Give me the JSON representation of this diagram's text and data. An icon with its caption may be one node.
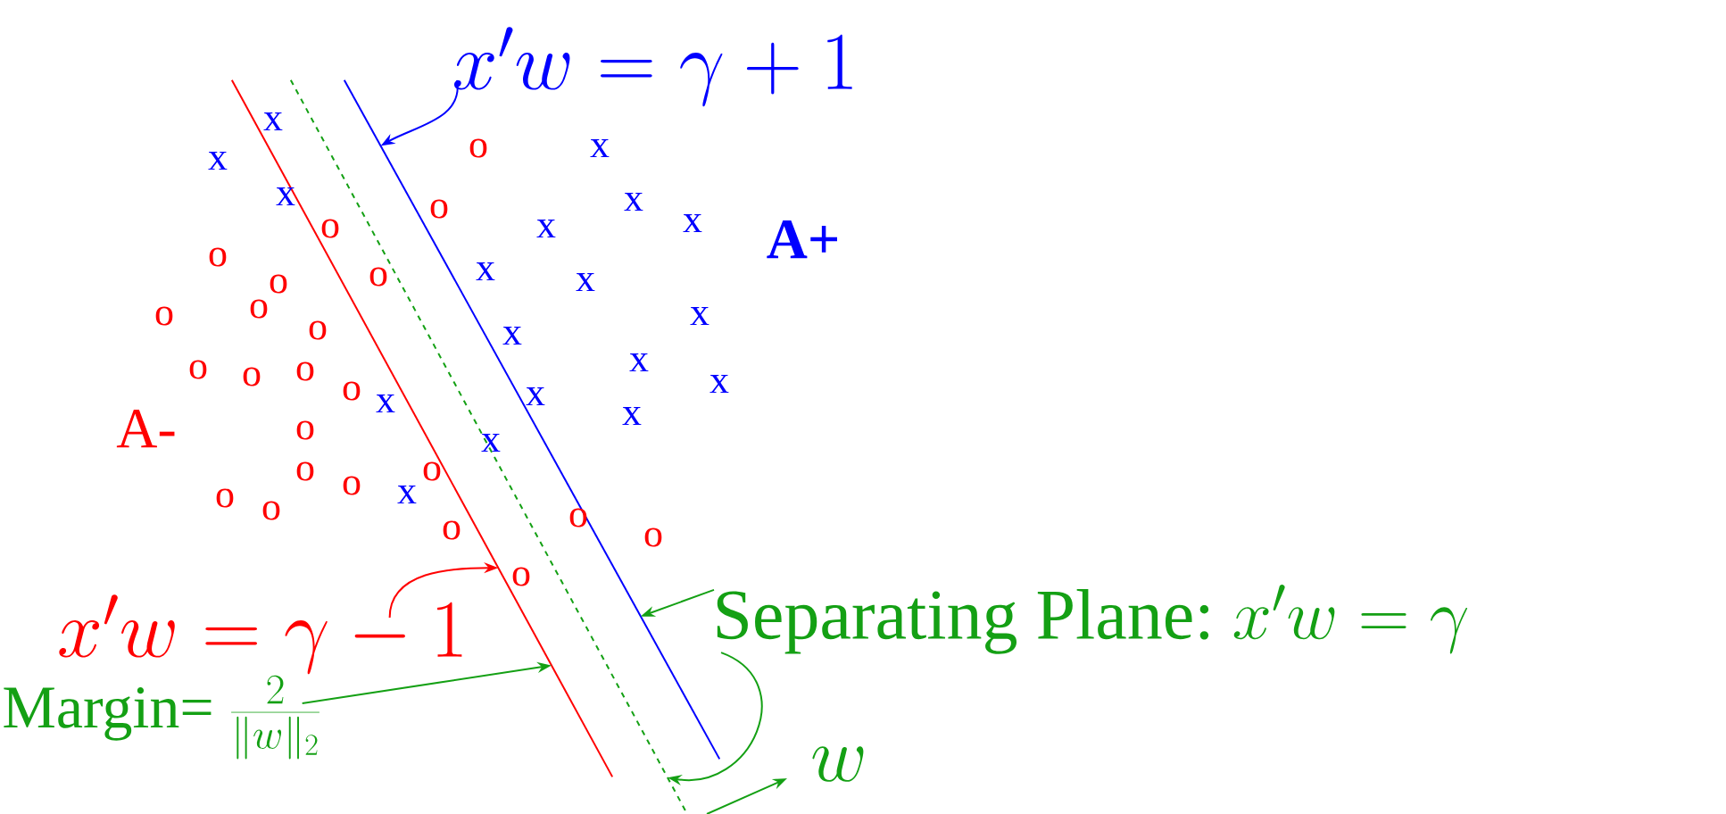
{
  "diagram": {
    "nodes": [
      {
        "text": [
          "x'w = \\gamma + 1"
        ]
      },
      {
        "text": [],
        "shape": "line"
      },
      {
        "text": [],
        "shape": "line"
      },
      {
        "text": [],
        "shape": "line"
      },
      {
        "text": [
          "x'w = \\gamma - 1"
        ]
      },
      {
        "text": [
          "Separating Plane:",
          "x'w = \\gamma"
        ]
      },
      {
        "text": [
          "Margin=",
          "\\frac{2}{\\|w\\|_2}"
        ]
      }
    ],
    "edges": [
      {
        "from": 0,
        "to": 1,
        "arrow": "to",
        "color": "#0000ff"
      },
      {
        "from": 4,
        "to": 3,
        "arrow": "to",
        "color": "#ff0000"
      },
      {
        "from": 5,
        "to": 1,
        "arrow": "to"
      },
      {
        "from": 6,
        "to": 3,
        "arrow": "to"
      },
      {
        "from": 5,
        "to": 2,
        "arrow": "to"
      }
    ],
    "labels": [
      "x",
      "x",
      "o",
      "x",
      "x",
      "x",
      "o",
      "x",
      "x",
      "o",
      "A+",
      "o",
      "x",
      "o",
      "x",
      "o",
      "o",
      "o",
      "x",
      "o",
      "x",
      "x",
      "o",
      "o",
      "o",
      "x",
      "o",
      "x",
      "x",
      "x",
      "o",
      "A-",
      "x",
      "o",
      "o",
      "o",
      "x",
      "o",
      "o",
      "o",
      "o",
      "o",
      "o",
      "w"
    ]
  }
}
